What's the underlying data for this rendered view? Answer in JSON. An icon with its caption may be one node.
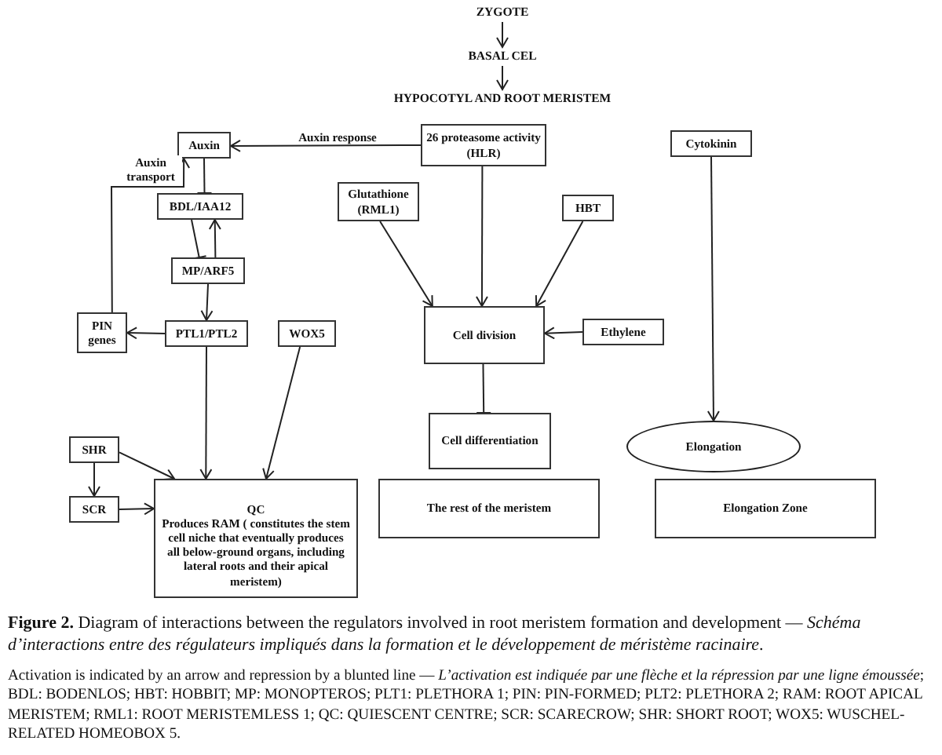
{
  "diagram": {
    "caption": "**Figure 2.** Diagram of interactions between the regulators involved in root meristem formation and development — *Schéma d’interactions entre des régulateurs impliqués dans la formation et le développement de méristème racinaire*.",
    "nodes": [
      {
        "text": [
          "ZYGOTE"
        ]
      },
      {
        "text": [
          "BASAL CEL"
        ]
      },
      {
        "text": [
          "HYPOCOTYL AND ROOT MERISTEM"
        ]
      },
      {
        "text": [
          "Auxin"
        ]
      },
      {
        "text": [
          "26 proteasome activity (HLR)"
        ]
      },
      {
        "text": [
          "BDL/IAA12"
        ]
      },
      {
        "text": [
          "Glutathione (RML1)"
        ]
      },
      {
        "text": [
          "HBT"
        ]
      },
      {
        "text": [
          "Cytokinin"
        ]
      },
      {
        "text": [
          "MP/ARF5"
        ]
      },
      {
        "text": [
          "PIN genes"
        ]
      },
      {
        "text": [
          "PTL1/PTL2"
        ]
      },
      {
        "text": [
          "WOX5"
        ]
      },
      {
        "text": [
          "Cell division"
        ]
      },
      {
        "text": [
          "Ethylene"
        ]
      },
      {
        "text": [
          "Cell differentiation"
        ]
      },
      {
        "text": [
          "SHR"
        ]
      },
      {
        "text": [
          "SCR"
        ]
      },
      {
        "text": [
          "QC",
          "Produces RAM ( constitutes the stem cell niche that eventually produces all below-ground organs, including lateral roots and their apical meristem)"
        ]
      },
      {
        "text": [
          "The rest of the meristem"
        ]
      },
      {
        "text": [
          "Elongation"
        ]
      },
      {
        "text": [
          "Elongation Zone"
        ]
      }
    ],
    "edges": [
      {
        "from": 0,
        "to": 1,
        "arrow": "to"
      },
      {
        "from": 1,
        "to": 2,
        "arrow": "to"
      },
      {
        "from": 4,
        "to": 3,
        "arrow": "to",
        "label": "Auxin response"
      },
      {
        "from": 3,
        "to": 5,
        "arrow": "other"
      },
      {
        "from": 9,
        "to": 5,
        "arrow": "to"
      },
      {
        "from": 5,
        "to": 9,
        "arrow": "other"
      },
      {
        "from": 9,
        "to": 11,
        "arrow": "to"
      },
      {
        "from": 11,
        "to": 10,
        "arrow": "to"
      },
      {
        "from": 10,
        "to": 3,
        "arrow": "to",
        "label": "Auxin transport"
      },
      {
        "from": 11,
        "to": 18,
        "arrow": "to"
      },
      {
        "from": 12,
        "to": 18,
        "arrow": "to"
      },
      {
        "from": 16,
        "to": 18,
        "arrow": "to"
      },
      {
        "from": 16,
        "to": 17,
        "arrow": "to"
      },
      {
        "from": 17,
        "to": 18,
        "arrow": "to"
      },
      {
        "from": 6,
        "to": 13,
        "arrow": "to"
      },
      {
        "from": 4,
        "to": 13,
        "arrow": "to"
      },
      {
        "from": 7,
        "to": 13,
        "arrow": "to"
      },
      {
        "from": 14,
        "to": 13,
        "arrow": "to"
      },
      {
        "from": 13,
        "to": 15,
        "arrow": "other"
      },
      {
        "from": 8,
        "to": 20,
        "arrow": "to"
      }
    ],
    "labels": [
      "Activation is indicated by an arrow and repression by a blunted line — *L’activation est indiquée par une flèche et la répression par une ligne émoussée*; BDL: BODENLOS; HBT: HOBBIT; MP: MONOPTEROS; PLT1: PLETHORA 1; PIN: PIN-FORMED; PLT2: PLETHORA 2; RAM: ROOT APICAL MERISTEM; RML1: ROOT MERISTEMLESS 1; QC: QUIESCENT CENTRE;  SCR: SCARECROW; SHR: SHORT ROOT; WOX5: WUSCHEL-RELATED HOMEOBOX 5."
    ]
  }
}
